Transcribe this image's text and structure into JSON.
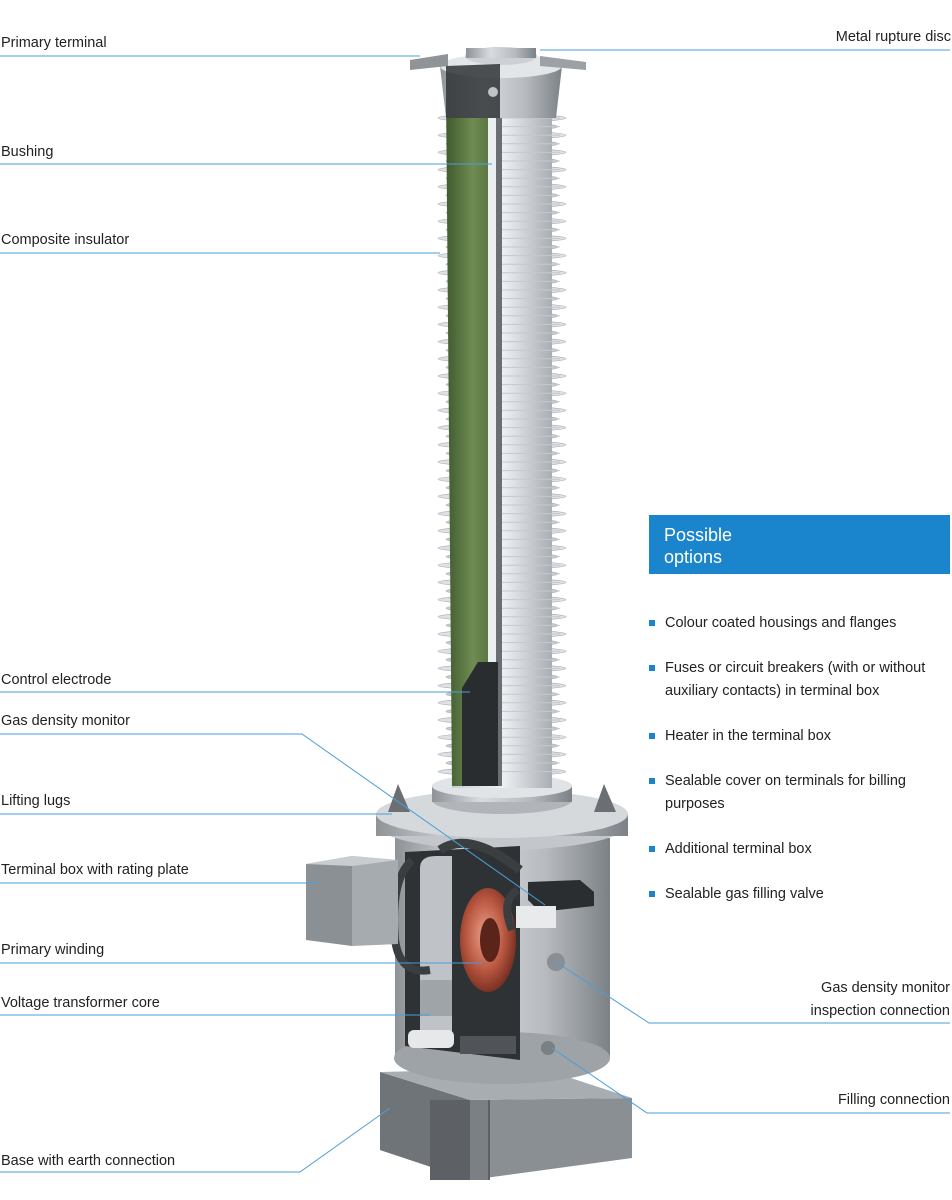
{
  "labels_left": [
    "Primary terminal",
    "Bushing",
    "Composite insulator",
    "Control electrode",
    "Gas density monitor",
    "Lifting lugs",
    "Terminal box with rating plate",
    "Primary winding",
    "Voltage transformer core",
    "Base with earth connection"
  ],
  "labels_right": {
    "rupture_disc": "Metal rupture disc",
    "monitor_inspection_line1": "Gas density monitor",
    "monitor_inspection_line2": "inspection connection",
    "filling": "Filling connection"
  },
  "options": {
    "header_line1": "Possible",
    "header_line2": "options",
    "items": [
      "Colour coated housings and flanges",
      "Fuses or circuit breakers (with or without auxiliary contacts) in terminal box",
      "Heater in the terminal box",
      "Sealable cover on terminals for billing purposes",
      "Additional terminal box",
      "Sealable gas filling valve"
    ]
  },
  "colors": {
    "accent": "#1a85cc",
    "leader_line": "#4a9fd8",
    "insulator_core": "#5f7d45",
    "metal": "#b9bdc2"
  }
}
